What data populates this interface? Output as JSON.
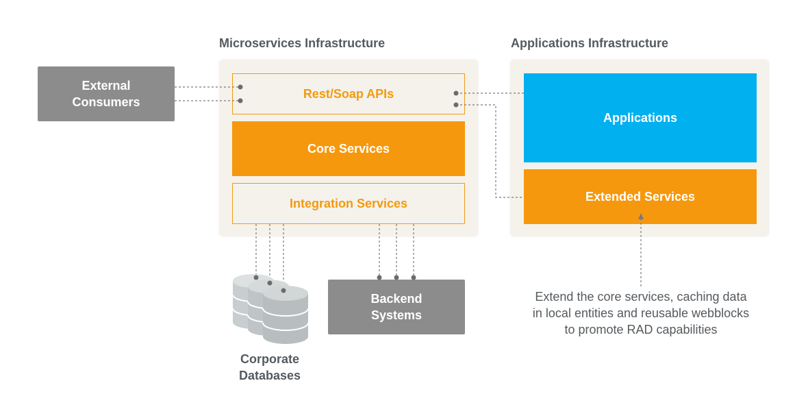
{
  "titles": {
    "microservices": "Microservices Infrastructure",
    "applications": "Applications Infrastructure"
  },
  "external_consumers": "External\nConsumers",
  "layers": {
    "rest_soap": "Rest/Soap APIs",
    "core_services": "Core Services",
    "integration_services": "Integration Services",
    "applications": "Applications",
    "extended_services": "Extended Services"
  },
  "backend_systems": "Backend\nSystems",
  "corporate_databases": "Corporate\nDatabases",
  "annotation": "Extend the core services, caching data\nin local entities and reusable webblocks\nto promote RAD capabilities",
  "colors": {
    "orange": "#f6980d",
    "blue": "#00b0ef",
    "gray": "#8c8c8c",
    "panel": "#f5f2ec",
    "text": "#555a5e"
  }
}
